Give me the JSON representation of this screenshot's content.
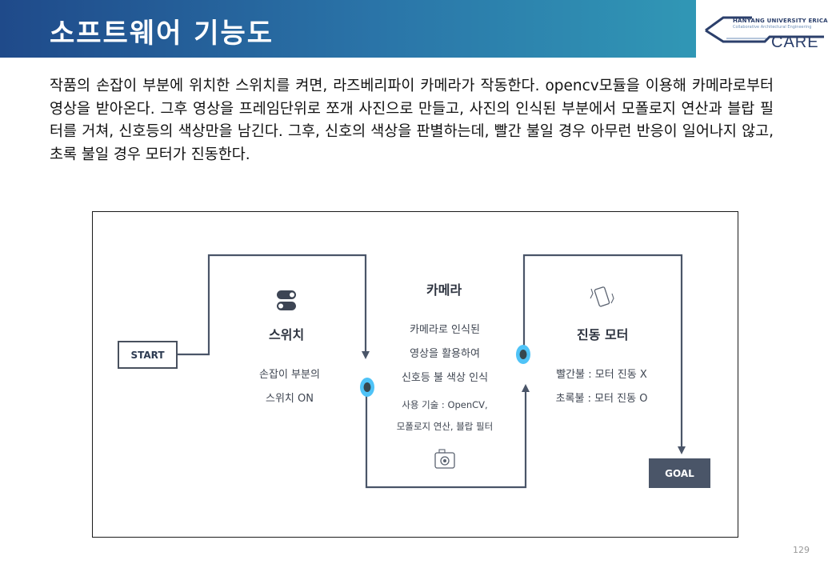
{
  "header": {
    "title": "소프트웨어 기능도",
    "logo": {
      "university": "HANYANG UNIVERSITY ERICA",
      "subtitle": "Collaborative Architectural Engineering",
      "brand": "CARE"
    }
  },
  "body_text": "작품의 손잡이 부분에 위치한 스위치를 켜면, 라즈베리파이 카메라가 작동한다. opencv모듈을 이용해 카메라로부터 영상을 받아온다. 그후 영상을 프레임단위로 쪼개 사진으로 만들고, 사진의 인식된 부분에서 모폴로지 연산과 블랍 필터를 거쳐, 신호등의 색상만을 남긴다. 그후, 신호의 색상을 판별하는데, 빨간 불일 경우 아무런 반응이 일어나지 않고, 초록 불일 경우 모터가 진동한다.",
  "diagram": {
    "start": "START",
    "goal": "GOAL",
    "switch": {
      "title": "스위치",
      "line1": "손잡이 부분의",
      "line2": "스위치 ON",
      "icon": "toggle-switch-icon"
    },
    "camera": {
      "title": "카메라",
      "line1": "카메라로 인식된",
      "line2": "영상을 활용하여",
      "line3": "신호등 불 색상 인식",
      "tech1": "사용 기술 : OpenCV,",
      "tech2": "모폴로지 연산, 블랍 필터",
      "icon": "camera-icon"
    },
    "motor": {
      "title": "진동 모터",
      "line1": "빨간불 : 모터 진동 X",
      "line2": "초록불 : 모터 진동 O",
      "icon": "vibrating-phone-icon"
    }
  },
  "page_number": "129",
  "colors": {
    "header_start": "#1f4a8a",
    "header_end": "#33a6bb",
    "connector": "#4a5568",
    "dot_outer": "#4fc3f7",
    "dot_inner": "#37474f"
  }
}
